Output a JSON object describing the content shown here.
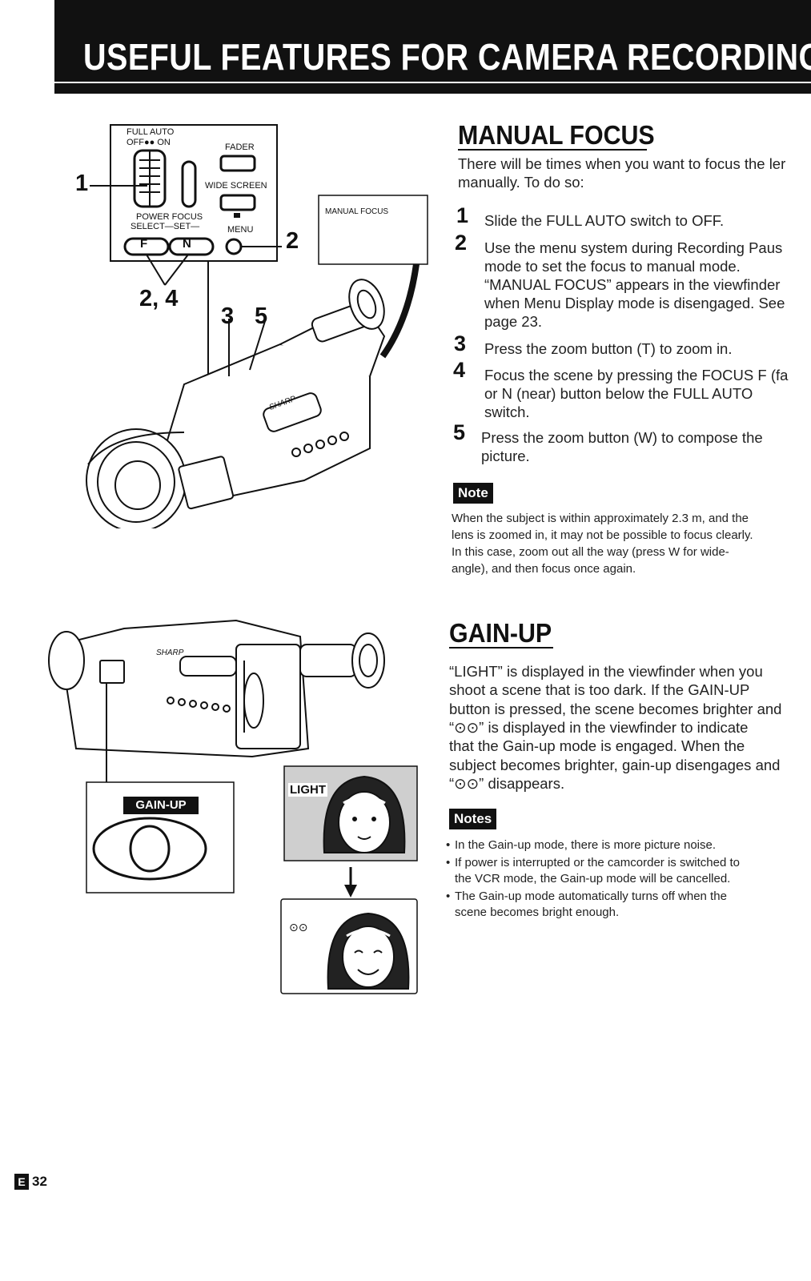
{
  "header": {
    "title": "USEFUL FEATURES FOR CAMERA RECORDING"
  },
  "manual_focus": {
    "heading": "MANUAL FOCUS",
    "intro_line1": "There will be times when you want to focus the ler",
    "intro_line2": "manually. To do so:",
    "steps": [
      {
        "num": "1",
        "lines": [
          "Slide the FULL AUTO switch to OFF."
        ]
      },
      {
        "num": "2",
        "lines": [
          "Use the menu system during Recording Paus",
          "mode to set the focus to manual mode.",
          "“MANUAL FOCUS” appears in the viewfinder",
          "when Menu Display mode is disengaged. See",
          "page 23."
        ]
      },
      {
        "num": "3",
        "lines": [
          "Press the zoom button (T) to zoom in."
        ]
      },
      {
        "num": "4",
        "lines": [
          "Focus the scene by pressing the FOCUS F (fa",
          "or N (near) button below the FULL AUTO",
          "switch."
        ]
      },
      {
        "num": "5",
        "lines": [
          "Press the zoom button (W) to compose the",
          "picture."
        ]
      }
    ],
    "note_badge": "Note",
    "note_lines": [
      "When the subject is within approximately 2.3 m, and the",
      "lens is zoomed in, it may not be possible to focus clearly.",
      "In this case, zoom out all the way (press W for wide-",
      "angle), and then focus once again."
    ]
  },
  "gain_up": {
    "heading": "GAIN-UP",
    "body_lines": [
      "“LIGHT” is displayed in the viewfinder when you",
      "shoot a scene that is too dark. If the GAIN-UP",
      "button is pressed, the scene becomes brighter and",
      "“⊙⊙” is displayed in the viewfinder to indicate",
      "that the Gain-up mode is engaged. When the",
      "subject becomes brighter, gain-up disengages and",
      "“⊙⊙” disappears."
    ],
    "notes_badge": "Notes",
    "notes": [
      {
        "bullet": "•",
        "lines": [
          "In the Gain-up mode, there is more picture noise."
        ]
      },
      {
        "bullet": "•",
        "lines": [
          "If power is interrupted or the camcorder is switched to",
          "the VCR mode, the Gain-up mode will be cancelled."
        ]
      },
      {
        "bullet": "•",
        "lines": [
          "The Gain-up mode automatically turns off when the",
          "scene becomes bright enough."
        ]
      }
    ]
  },
  "diagram_top": {
    "full_auto": "FULL AUTO",
    "off_on": "OFF●● ON",
    "fader": "FADER",
    "wide_screen": "WIDE SCREEN",
    "power_focus": "POWER FOCUS",
    "select_set": "SELECT—SET—",
    "menu": "MENU",
    "btn_f": "F",
    "btn_n": "N",
    "viewfinder_text": "MANUAL FOCUS",
    "callout_1": "1",
    "callout_2": "2",
    "callout_24": "2, 4",
    "callout_3": "3",
    "callout_5": "5",
    "brand": "SHARP"
  },
  "diagram_bottom": {
    "gain_up_label": "GAIN-UP",
    "light_label": "LIGHT",
    "gain_symbol": "⊙⊙",
    "brand": "SHARP"
  },
  "footer": {
    "lang_badge": "E",
    "page_number": "32"
  }
}
